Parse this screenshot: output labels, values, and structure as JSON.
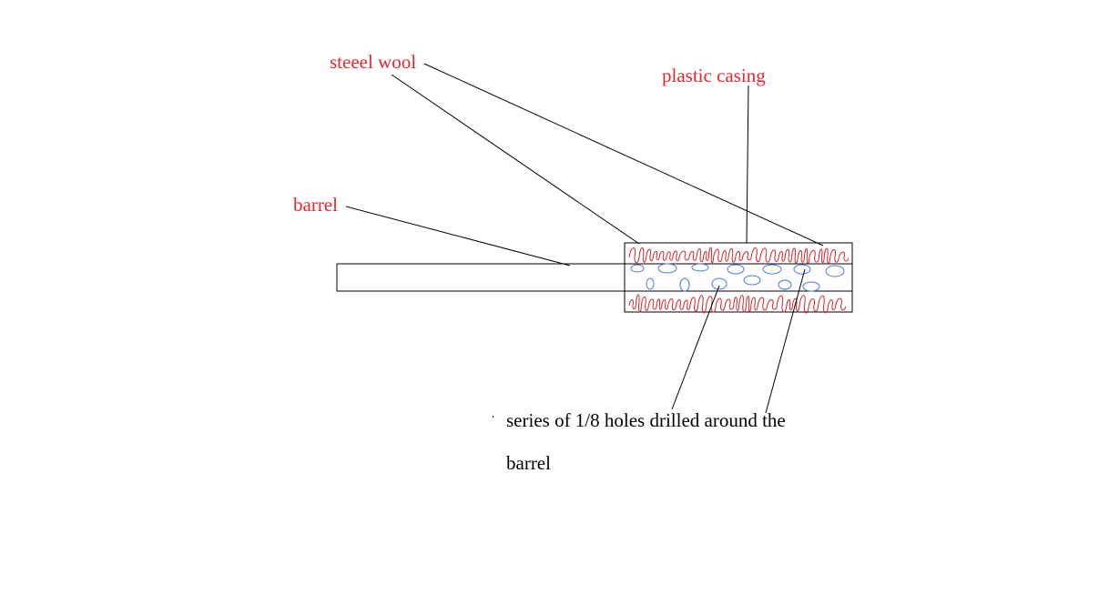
{
  "labels": {
    "steel_wool": "steeel wool",
    "plastic_casing": "plastic casing",
    "barrel": "barrel",
    "holes_line1": "series of 1/8 holes drilled around the",
    "holes_line2": "barrel"
  },
  "colors": {
    "label_red": "#e8262c",
    "steel_wool_red": "#d8232a",
    "holes_blue": "#4a78d6",
    "outline": "#000000",
    "background": "#ffffff"
  }
}
